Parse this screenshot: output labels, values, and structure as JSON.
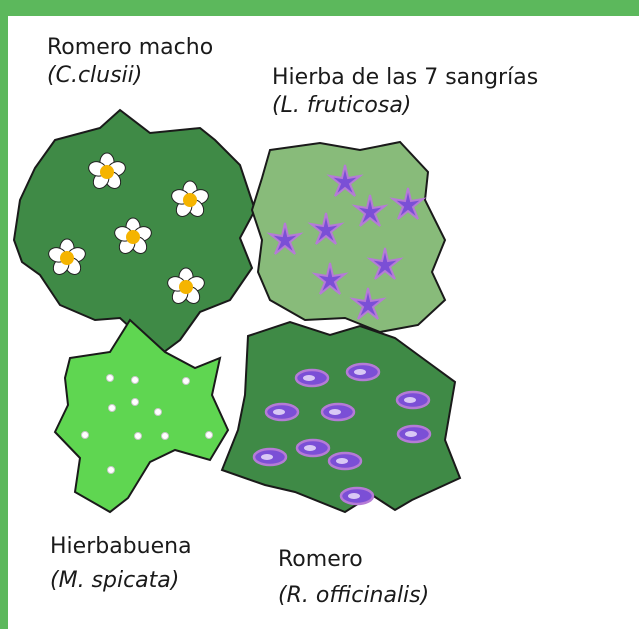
{
  "frame": {
    "color": "#5cb85c"
  },
  "colors": {
    "dark_leaf": "#3f8a46",
    "mid_leaf": "#88bb7a",
    "light_leaf": "#5fd651",
    "outline": "#1a1a1a",
    "flower_center": "#f5b400",
    "purple": "#7b4fd6",
    "purple_outline": "#b57bd6"
  },
  "plants": [
    {
      "id": "romero-macho",
      "common_name": "Romero macho",
      "scientific_name": "(C.clusii)",
      "symbol": "white-flower-icon"
    },
    {
      "id": "hierba-7-sangrias",
      "common_name": "Hierba de las 7 sangrías",
      "scientific_name": "(L. fruticosa)",
      "symbol": "purple-star-flower-icon"
    },
    {
      "id": "hierbabuena",
      "common_name": "Hierbabuena",
      "scientific_name": "(M. spicata)",
      "symbol": "small-dot-icon"
    },
    {
      "id": "romero",
      "common_name": "Romero",
      "scientific_name": "(R. officinalis)",
      "symbol": "purple-oval-flower-icon"
    }
  ]
}
